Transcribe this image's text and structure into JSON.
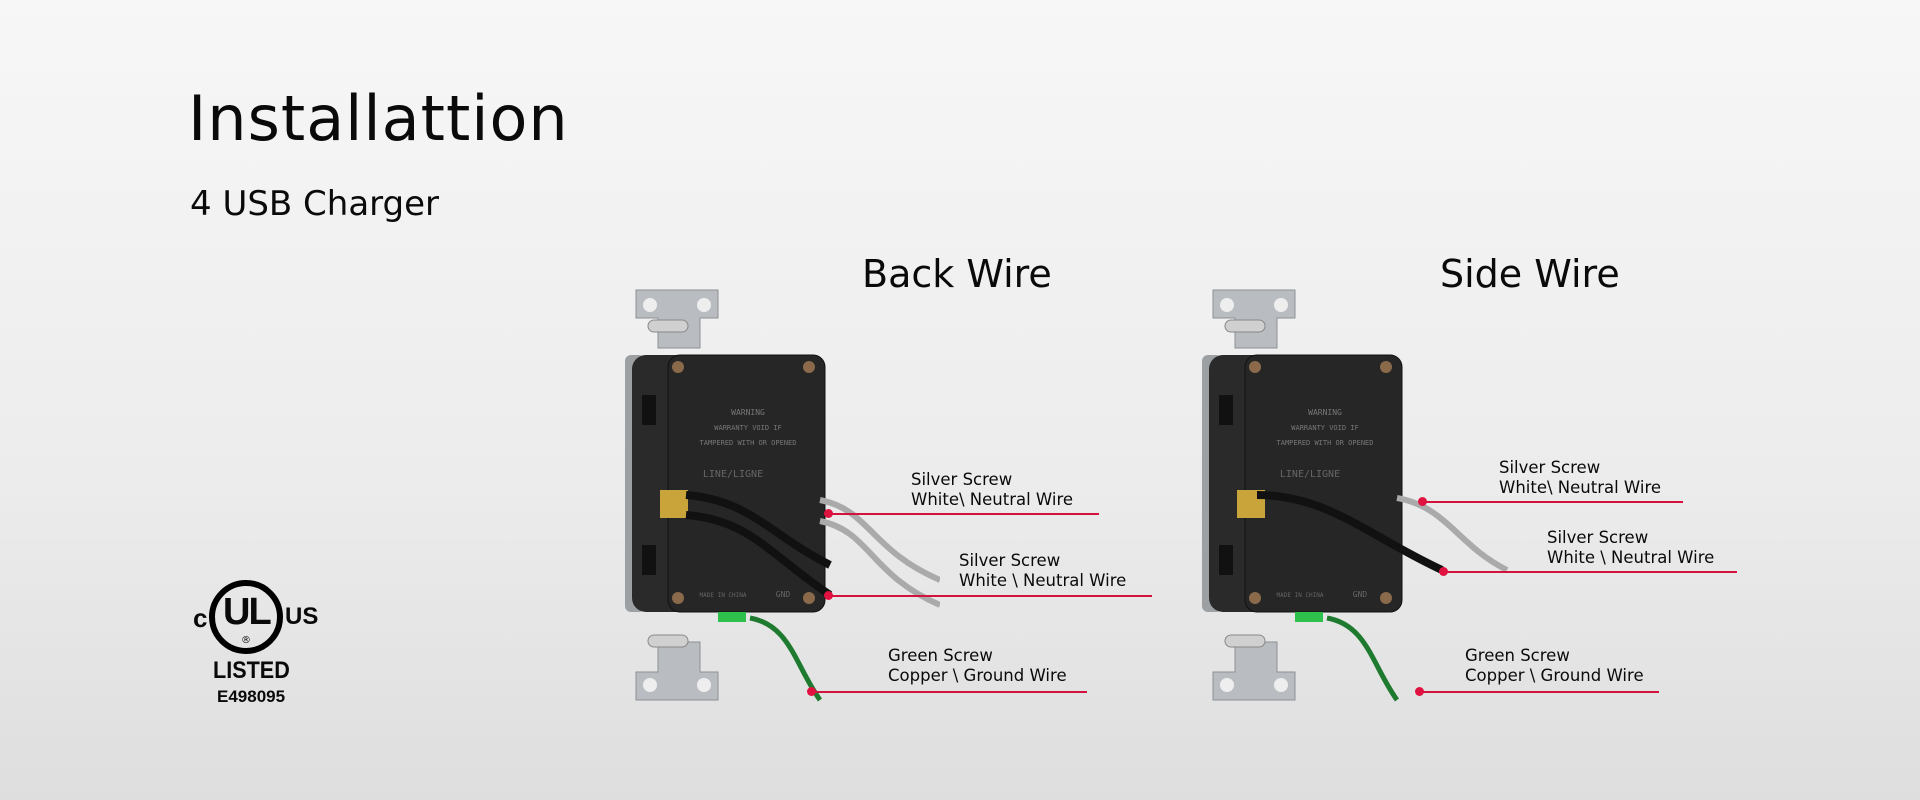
{
  "header": {
    "title": "Installattion",
    "subtitle": "4 USB Charger"
  },
  "certification": {
    "left": "c",
    "mark": "UL",
    "registered": "®",
    "right": "US",
    "status": "LISTED",
    "file_number": "E498095"
  },
  "device_markings": {
    "warning": "WARNING",
    "warranty_line1": "WARRANTY VOID IF",
    "warranty_line2": "TAMPERED WITH OR OPENED",
    "line": "LINE/LIGNE",
    "origin": "MADE IN CHINA",
    "gnd": "GND"
  },
  "sections": [
    {
      "title": "Back Wire",
      "callouts": [
        {
          "line1": "Silver Screw",
          "line2": "White\\ Neutral Wire"
        },
        {
          "line1": "Silver Screw",
          "line2": "White \\ Neutral Wire"
        },
        {
          "line1": "Green Screw",
          "line2": "Copper \\ Ground Wire"
        }
      ]
    },
    {
      "title": "Side Wire",
      "callouts": [
        {
          "line1": "Silver Screw",
          "line2": "White\\ Neutral Wire"
        },
        {
          "line1": "Silver Screw",
          "line2": "White \\ Neutral Wire"
        },
        {
          "line1": "Green Screw",
          "line2": "Copper \\ Ground Wire"
        }
      ]
    }
  ],
  "colors": {
    "accent": "#d3133d",
    "device": "#222222",
    "ground": "#1d7a2e"
  }
}
